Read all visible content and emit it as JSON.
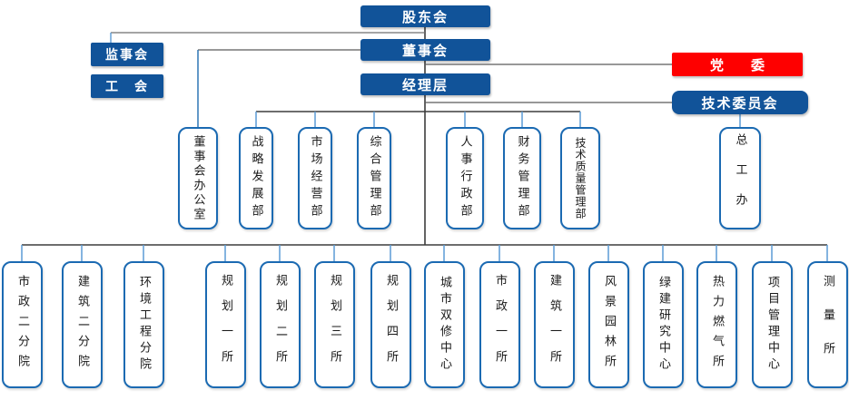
{
  "nodes": {
    "shareholders": "股东会",
    "board": "董事会",
    "management": "经理层",
    "supervisory": "监事会",
    "union": "工　会",
    "party": "党　　委",
    "tech_committee": "技术委员会"
  },
  "departments": [
    "董事会办公室",
    "战略发展部",
    "市场经营部",
    "综合管理部",
    "人事行政部",
    "财务管理部",
    "技术质量管理部",
    "总工办"
  ],
  "units": [
    "市政二分院",
    "建筑二分院",
    "环境工程分院",
    "规划一所",
    "规划二所",
    "规划三所",
    "规划四所",
    "城市双修中心",
    "市政一所",
    "建筑一所",
    "风景园林所",
    "绿建研究中心",
    "热力燃气所",
    "项目管理中心",
    "测量所"
  ],
  "colors": {
    "dark_blue_fill": "#115399",
    "party_red_fill": "#fe0000",
    "white_box_border": "#1b6ab2",
    "connector_dark": "#4a4a4a",
    "connector_gray": "#6e6e6e",
    "connector_blue": "#5b9bd5",
    "connector_deep_blue": "#2e75b6"
  }
}
